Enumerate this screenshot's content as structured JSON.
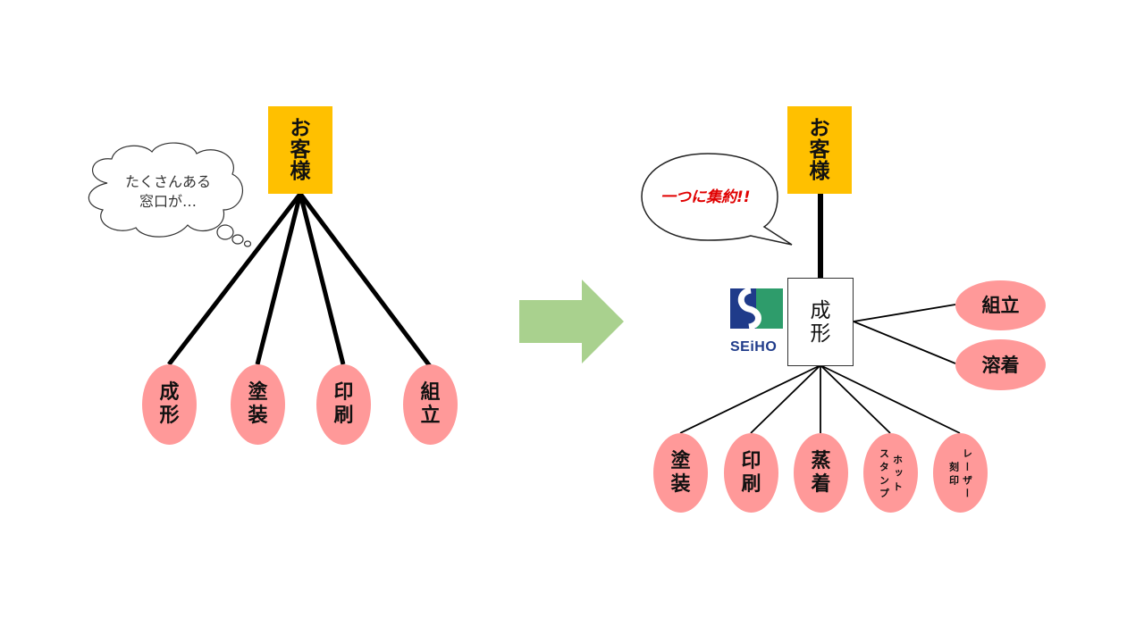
{
  "left": {
    "customer": "お\n客\n様",
    "thought": "たくさんある\n窓口が…",
    "nodes": [
      "成\n形",
      "塗\n装",
      "印\n刷",
      "組\n立"
    ]
  },
  "right": {
    "customer": "お\n客\n様",
    "speech": "一つに集約!!",
    "center": "成\n形",
    "logo": "SEiHO",
    "side_nodes": [
      "組立",
      "溶着"
    ],
    "bottom_nodes": [
      "塗\n装",
      "印\n刷",
      "蒸\n着"
    ],
    "hot_stamp": "ホ ッ ト\nス タ ン プ",
    "laser": "レ ー ザ ー\n刻 印"
  },
  "colors": {
    "customer": "#ffc000",
    "node": "#ff9999",
    "arrow": "#a9d18e",
    "speech_text": "#e00000"
  }
}
